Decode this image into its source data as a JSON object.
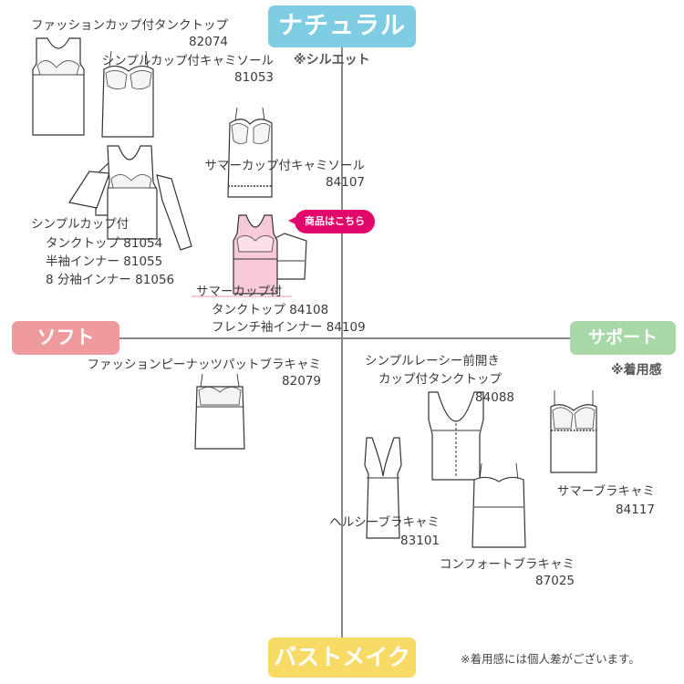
{
  "axes": {
    "top": {
      "label": "ナチュラル",
      "sub": "※シルエット",
      "color": "#7fcde3"
    },
    "bottom": {
      "label": "バストメイク",
      "color": "#f8da66"
    },
    "left": {
      "label": "ソフト",
      "color": "#ef9b9e"
    },
    "right": {
      "label": "サポート",
      "sub": "※着用感",
      "color": "#a8d8a7"
    }
  },
  "callout": {
    "label": "商品はこちら",
    "color": "#e2076b"
  },
  "note": "※着用感には個人差がございます。",
  "products": {
    "p82074": {
      "name": "ファッションカップ付タンクトップ",
      "code": "82074"
    },
    "p81053": {
      "name": "シンプルカップ付キャミソール",
      "code": "81053"
    },
    "p84107": {
      "name": "サマーカップ付キャミソール",
      "code": "84107"
    },
    "p81054": {
      "name": "シンプルカップ付",
      "line2": "タンクトップ 81054",
      "line3": "半袖インナー 81055",
      "line4": "8 分袖インナー 81056"
    },
    "p84108": {
      "name": "サマーカップ付",
      "line2": "タンクトップ 84108",
      "line3": "フレンチ袖インナー 84109",
      "highlight": "#f7c9d6"
    },
    "p82079": {
      "name": "ファッションピーナッツパットブラキャミ",
      "code": "82079"
    },
    "p84088": {
      "name": "シンプルレーシー前開き",
      "line2": "カップ付タンクトップ",
      "code": "84088"
    },
    "p84117": {
      "name": "サマーブラキャミ",
      "code": "84117"
    },
    "p83101": {
      "name": "ヘルシーブラキャミ",
      "code": "83101"
    },
    "p87025": {
      "name": "コンフォートブラキャミ",
      "code": "87025"
    }
  }
}
